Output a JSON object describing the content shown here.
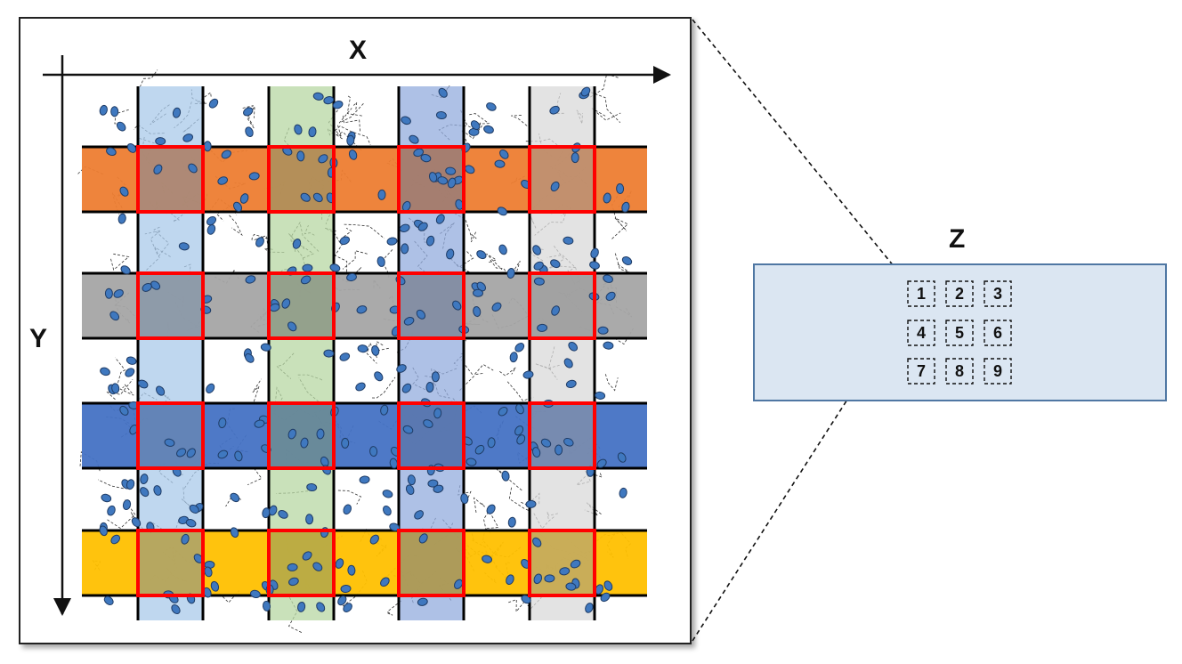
{
  "axes": {
    "x_label": "X",
    "y_label": "Y",
    "z_label": "Z"
  },
  "colors": {
    "column_bands": [
      "#a9c9ea",
      "#b7d7a3",
      "#93acdd",
      "#d9d9d9"
    ],
    "row_bands": [
      "#ed7d31",
      "#a5a5a5",
      "#4472c4",
      "#ffc000"
    ],
    "highlight": "#ff0000",
    "grid_line": "#000000",
    "particle_fill": "#3f78bf",
    "particle_stroke": "#1f3c66",
    "z_box_fill": "#dbe6f2",
    "z_box_stroke": "#4f77a3"
  },
  "z_cells": [
    "1",
    "2",
    "3",
    "4",
    "5",
    "6",
    "7",
    "8",
    "9"
  ]
}
